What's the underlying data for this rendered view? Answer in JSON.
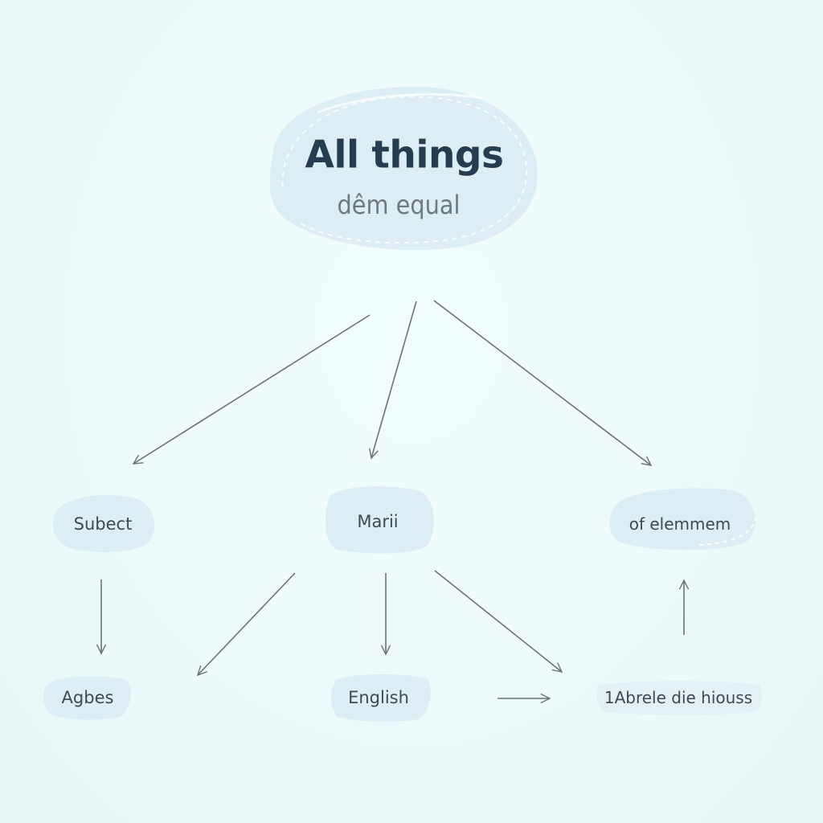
{
  "diagram": {
    "root": {
      "title": "All things",
      "subtitle": "dêm equal"
    },
    "level1": [
      {
        "id": "subect",
        "label": "Subect"
      },
      {
        "id": "marii",
        "label": "Marii"
      },
      {
        "id": "of-elemmem",
        "label": "of elemmem"
      }
    ],
    "level2": [
      {
        "id": "agbes",
        "label": "Agbes"
      },
      {
        "id": "english",
        "label": "English"
      },
      {
        "id": "abrele",
        "label": "1Abrele die hiouss"
      }
    ],
    "edges": [
      {
        "from": "root",
        "to": "subect"
      },
      {
        "from": "root",
        "to": "marii"
      },
      {
        "from": "root",
        "to": "of-elemmem"
      },
      {
        "from": "subect",
        "to": "agbes"
      },
      {
        "from": "marii",
        "to": "agbes"
      },
      {
        "from": "marii",
        "to": "english"
      },
      {
        "from": "marii",
        "to": "abrele"
      },
      {
        "from": "english",
        "to": "abrele"
      },
      {
        "from": "abrele",
        "to": "of-elemmem"
      }
    ],
    "colors": {
      "background": "#eefbfc",
      "blob": "#dcedf5",
      "arrow": "#6b7378",
      "title": "#263d4f",
      "text": "#3b4a55"
    }
  }
}
